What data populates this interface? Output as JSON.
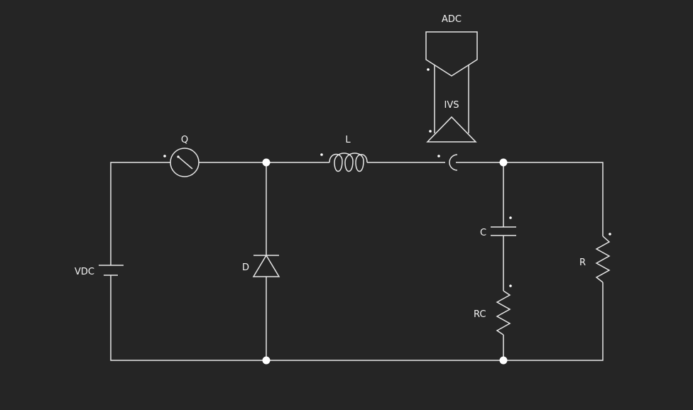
{
  "colors": {
    "background": "#252525",
    "wire": "#e6e6e6",
    "text": "#f2f2f2"
  },
  "components": {
    "adc": {
      "label": "ADC"
    },
    "ivs": {
      "label": "IVS"
    },
    "switch": {
      "label": "Q"
    },
    "inductor": {
      "label": "L"
    },
    "source": {
      "label": "VDC"
    },
    "diode": {
      "label": "D"
    },
    "capacitor": {
      "label": "C"
    },
    "capacitor_resistor": {
      "label": "RC"
    },
    "load_resistor": {
      "label": "R"
    }
  }
}
